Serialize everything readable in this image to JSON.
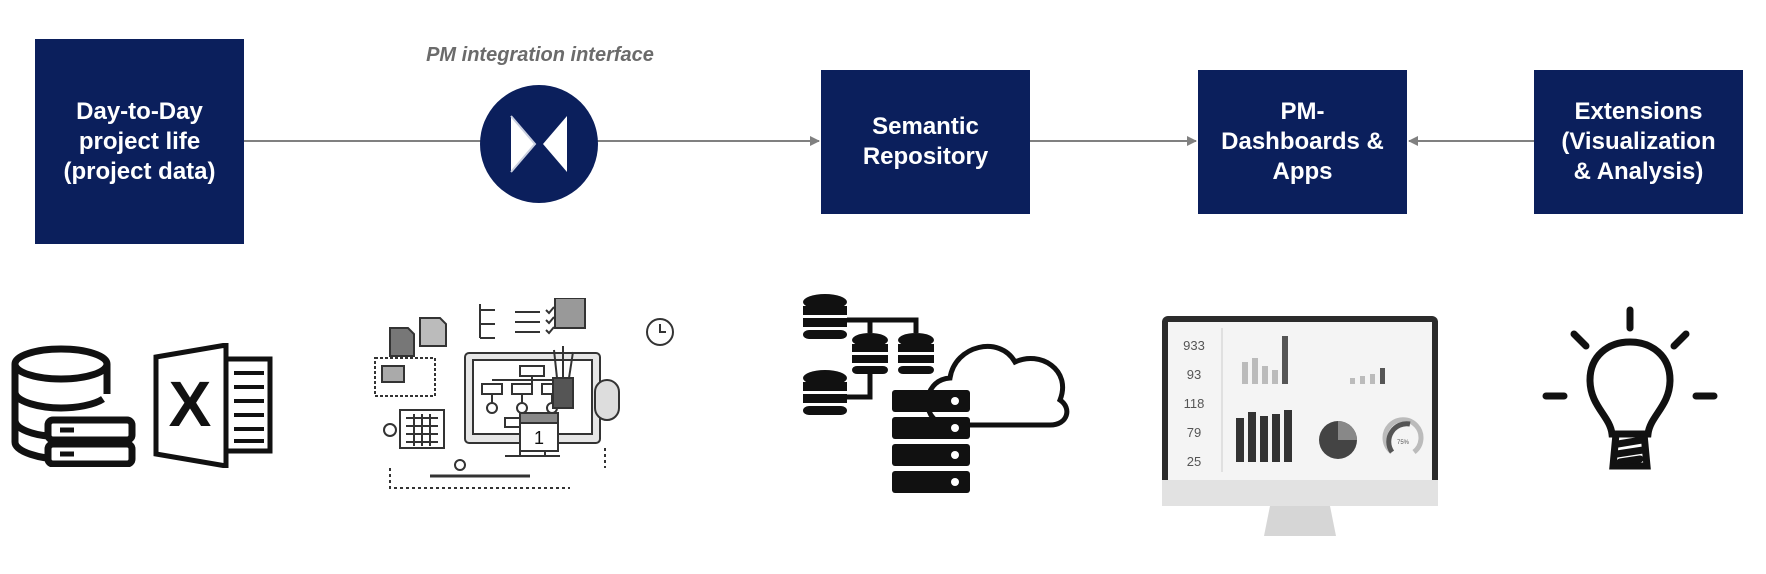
{
  "flow": {
    "caption": "PM integration interface",
    "boxes": {
      "day_to_day": "Day-to-Day\nproject life\n(project data)",
      "semantic_repository": "Semantic\nRepository",
      "pm_dashboards": "PM-\nDashboards &\nApps",
      "extensions": "Extensions\n(Visualization\n& Analysis)"
    }
  },
  "dashboard_screen": {
    "kpis": [
      "933",
      "93",
      "118",
      "79",
      "25"
    ],
    "gauge_label": "75%"
  },
  "colors": {
    "box_fill": "#0b1f5c",
    "box_text": "#ffffff",
    "connector": "#808080",
    "caption": "#6b6b6b",
    "icon": "#111111"
  },
  "icons": [
    "database-server-icon",
    "excel-icon",
    "project-management-illustration",
    "integration-logo-icon",
    "database-cloud-icon",
    "monitor-dashboard-icon",
    "lightbulb-icon"
  ]
}
